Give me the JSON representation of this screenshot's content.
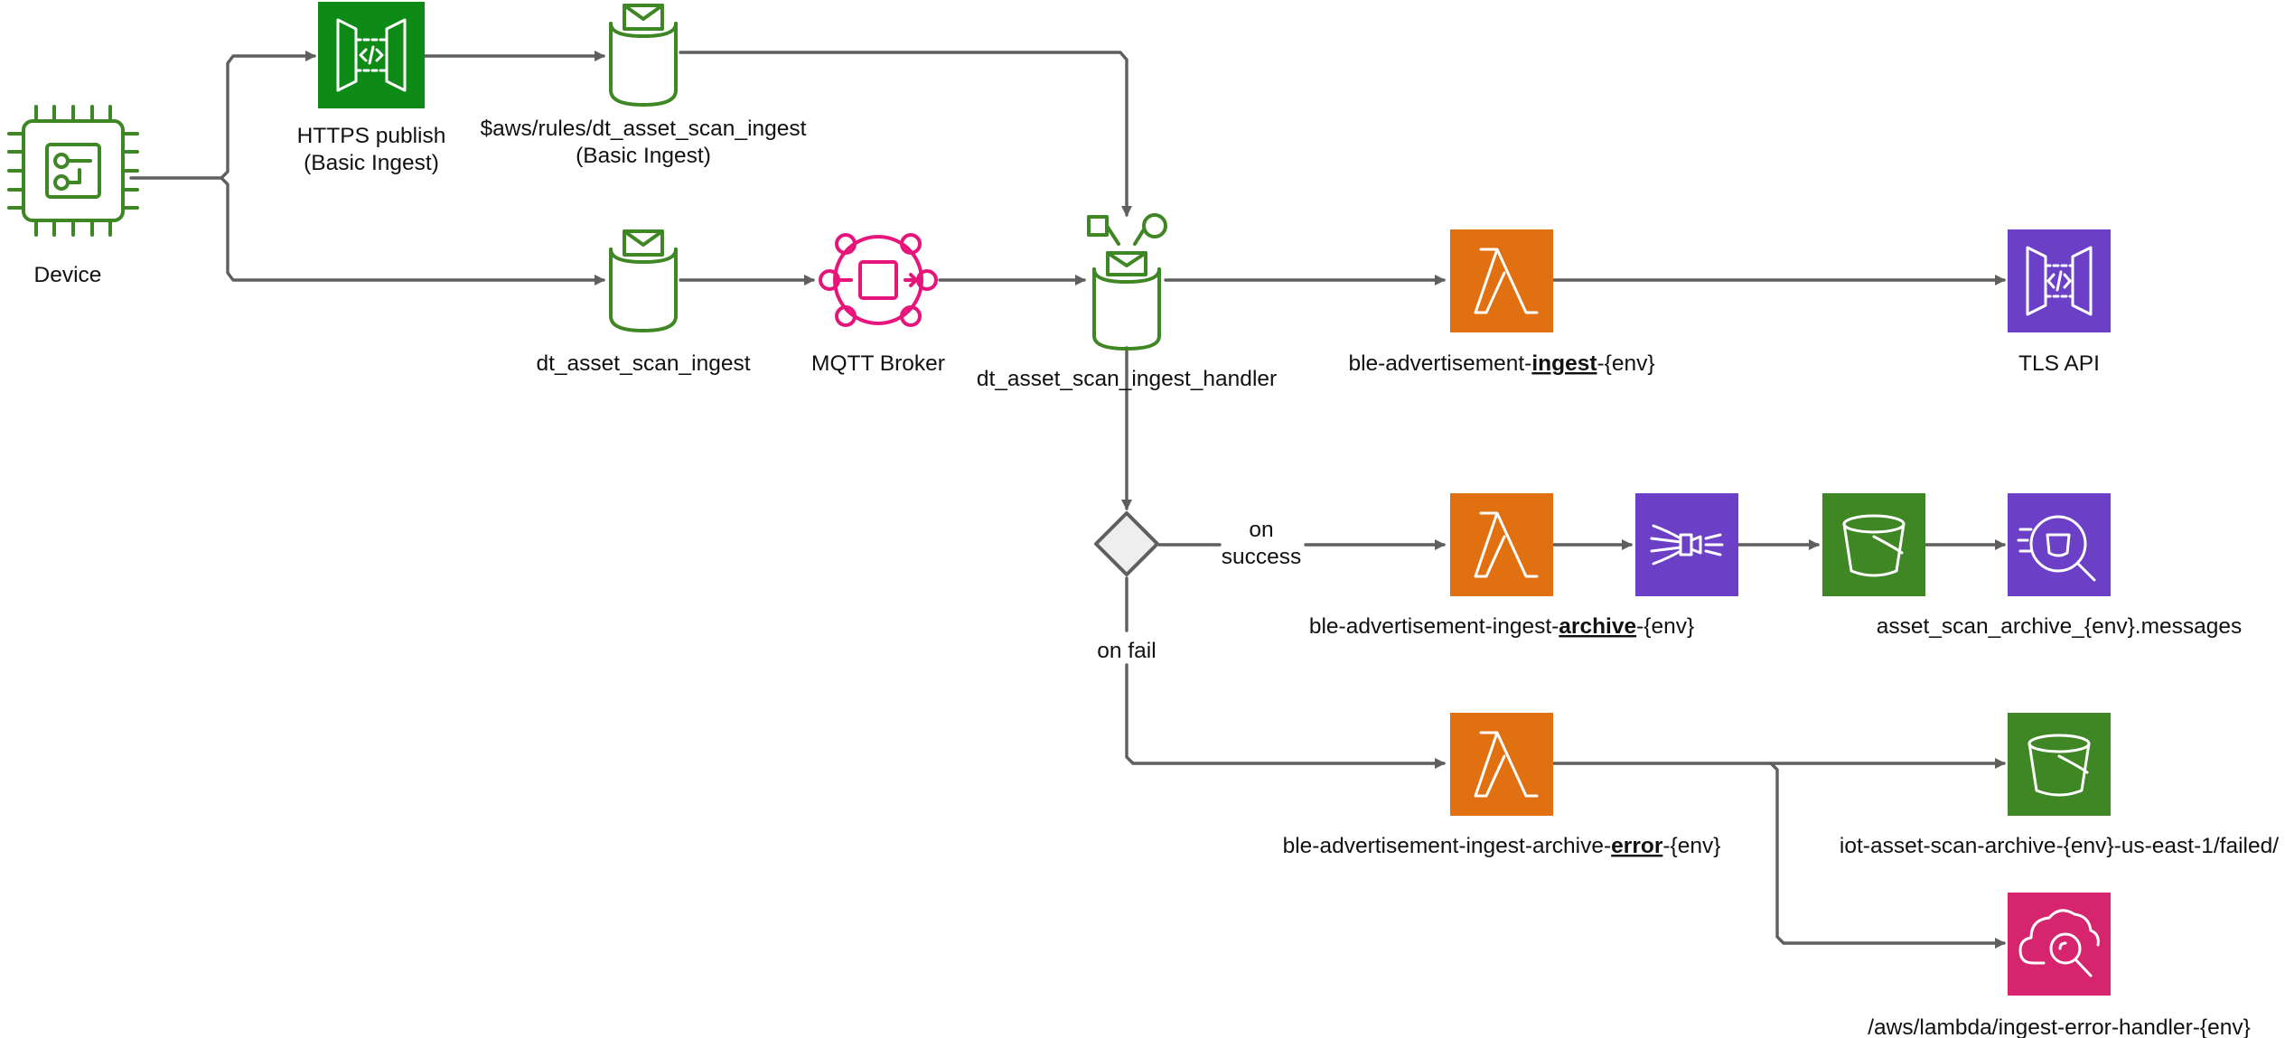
{
  "nodes": {
    "device": {
      "label": "Device",
      "icon": "iot-device-icon"
    },
    "https_publish": {
      "label_line1": "HTTPS publish",
      "label_line2": "(Basic Ingest)",
      "icon": "api-gateway-icon"
    },
    "basic_ingest_topic": {
      "label_line1": "$aws/rules/dt_asset_scan_ingest",
      "label_line2": "(Basic Ingest)",
      "icon": "iot-topic-icon"
    },
    "scan_ingest_topic": {
      "label": "dt_asset_scan_ingest",
      "icon": "iot-topic-icon"
    },
    "mqtt_broker": {
      "label": "MQTT Broker",
      "icon": "mqtt-broker-icon"
    },
    "ingest_handler": {
      "label": "dt_asset_scan_ingest_handler",
      "icon": "iot-rule-icon"
    },
    "ingest_lambda": {
      "label_pre": "ble-advertisement-",
      "label_bold": "ingest",
      "label_post": "-{env}",
      "icon": "lambda-icon"
    },
    "tls_api": {
      "label": "TLS API",
      "icon": "api-gateway-icon"
    },
    "decision": {
      "icon": "decision-diamond-icon"
    },
    "archive_lambda": {
      "label_pre": "ble-advertisement-ingest-",
      "label_bold": "archive",
      "label_post": "-{env}",
      "icon": "lambda-icon"
    },
    "firehose": {
      "icon": "kinesis-firehose-icon"
    },
    "archive_bucket": {
      "icon": "s3-bucket-icon"
    },
    "athena": {
      "label": "asset_scan_archive_{env}.messages",
      "icon": "athena-icon"
    },
    "error_lambda": {
      "label_pre": "ble-advertisement-ingest-archive-",
      "label_bold": "error",
      "label_post": "-{env}",
      "icon": "lambda-icon"
    },
    "failed_bucket": {
      "label": "iot-asset-scan-archive-{env}-us-east-1/failed/",
      "icon": "s3-bucket-icon"
    },
    "log_group": {
      "label": "/aws/lambda/ingest-error-handler-{env}",
      "icon": "cloudwatch-logs-icon"
    }
  },
  "edges": {
    "on_success_line1": "on",
    "on_success_line2": "success",
    "on_fail": "on fail"
  },
  "colors": {
    "iot_green": "#3f8624",
    "api_green": "#0e8a16",
    "lambda_orange": "#e07010",
    "analytics_purple": "#6c3fc7",
    "storage_green": "#3f8624",
    "mgmt_pink": "#d6246e",
    "mqtt_pink": "#e7157b",
    "edge_gray": "#5f5f5f"
  }
}
